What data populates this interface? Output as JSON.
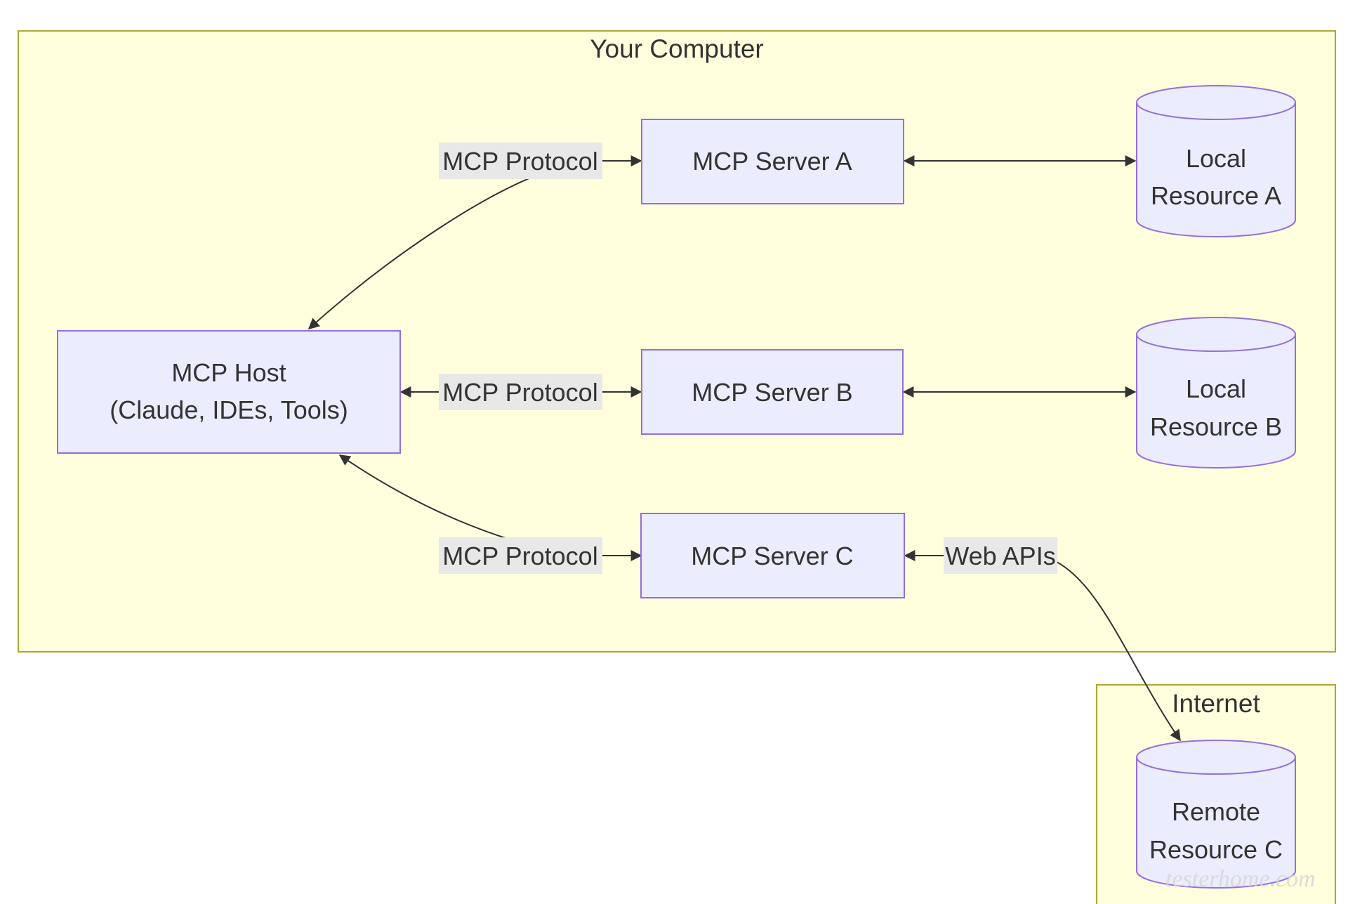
{
  "subgraphs": {
    "your_computer": {
      "title": "Your Computer"
    },
    "internet": {
      "title": "Internet"
    }
  },
  "nodes": {
    "host": {
      "line1": "MCP Host",
      "line2": "(Claude, IDEs, Tools)"
    },
    "server_a": {
      "label": "MCP Server A"
    },
    "server_b": {
      "label": "MCP Server B"
    },
    "server_c": {
      "label": "MCP Server C"
    },
    "resource_a": {
      "line1": "Local",
      "line2": "Resource A"
    },
    "resource_b": {
      "line1": "Local",
      "line2": "Resource B"
    },
    "resource_c": {
      "line1": "Remote",
      "line2": "Resource C"
    }
  },
  "edges": {
    "host_a": {
      "label": "MCP Protocol"
    },
    "host_b": {
      "label": "MCP Protocol"
    },
    "host_c": {
      "label": "MCP Protocol"
    },
    "c_remote": {
      "label": "Web APIs"
    }
  },
  "watermark": "testerhome.com",
  "colors": {
    "subgraph_fill": "#ffffde",
    "subgraph_stroke": "#aaaa33",
    "node_fill": "#ececff",
    "node_stroke": "#9370db",
    "edge_label_bg": "#e8e8e8",
    "edge": "#333333"
  }
}
